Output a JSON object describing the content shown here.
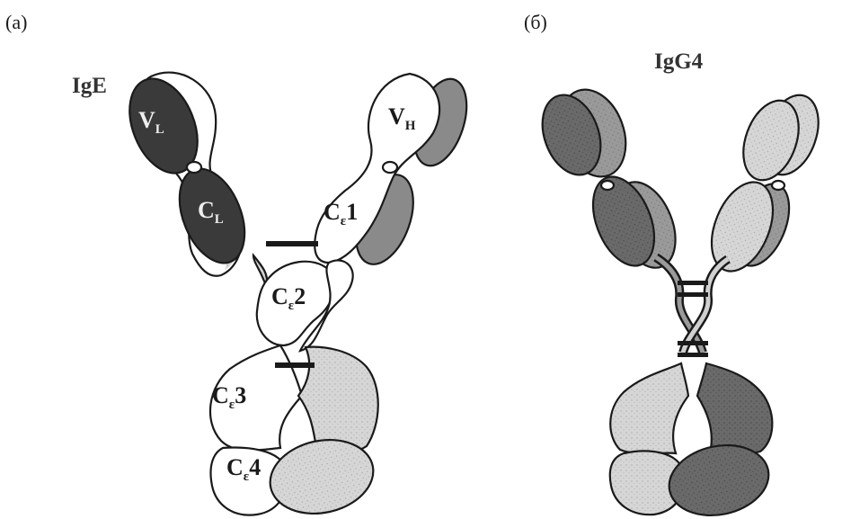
{
  "panels": [
    {
      "label": "(a)",
      "molecule": "IgE"
    },
    {
      "label": "(б)",
      "molecule": "IgG4"
    }
  ],
  "ige_domains": {
    "vl": {
      "main": "V",
      "sub": "L"
    },
    "vh": {
      "main": "V",
      "sub": "H"
    },
    "cl": {
      "main": "C",
      "sub": "L"
    },
    "ce1": {
      "main": "C",
      "sub": "ε",
      "num": "1"
    },
    "ce2": {
      "main": "C",
      "sub": "ε",
      "num": "2"
    },
    "ce3": {
      "main": "C",
      "sub": "ε",
      "num": "3"
    },
    "ce4": {
      "main": "C",
      "sub": "ε",
      "num": "4"
    }
  },
  "colors": {
    "outline": "#1a1a1a",
    "dark": "#3a3a3a",
    "mid": "#7d7d7d",
    "light": "#c9c9c9",
    "pale": "#e4e4e4",
    "white": "#ffffff"
  }
}
